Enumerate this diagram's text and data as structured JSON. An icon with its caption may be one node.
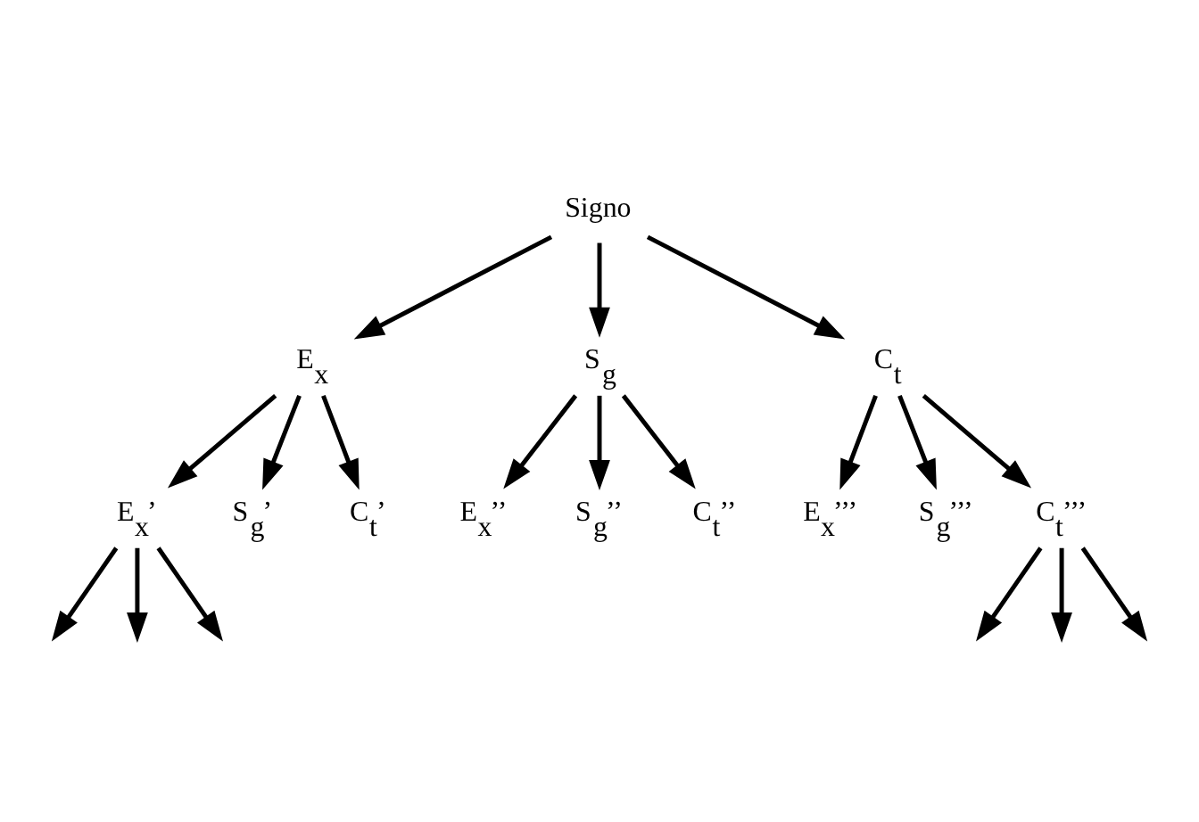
{
  "diagram": {
    "nodes": [
      {
        "text": [
          "Signo"
        ]
      },
      {
        "text": [
          "E$_{x}$"
        ]
      },
      {
        "text": [
          "S$_{g}$"
        ]
      },
      {
        "text": [
          "C$_{t}$"
        ]
      },
      {
        "text": [
          "E$_{x}$’"
        ]
      },
      {
        "text": [
          "S$_{g}$’"
        ]
      },
      {
        "text": [
          "C$_{t}$’"
        ]
      },
      {
        "text": [
          "E$_{x}$’’"
        ]
      },
      {
        "text": [
          "S$_{g}$’’"
        ]
      },
      {
        "text": [
          "C$_{t}$’’"
        ]
      },
      {
        "text": [
          "E$_{x}$’’’"
        ]
      },
      {
        "text": [
          "S$_{g}$’’’"
        ]
      },
      {
        "text": [
          "C$_{t}$’’’"
        ]
      }
    ],
    "edges": [
      {
        "from": 0,
        "to": 1,
        "arrow": "to"
      },
      {
        "from": 0,
        "to": 2,
        "arrow": "to"
      },
      {
        "from": 0,
        "to": 3,
        "arrow": "to"
      },
      {
        "from": 1,
        "to": 4,
        "arrow": "to"
      },
      {
        "from": 1,
        "to": 5,
        "arrow": "to"
      },
      {
        "from": 1,
        "to": 6,
        "arrow": "to"
      },
      {
        "from": 2,
        "to": 7,
        "arrow": "to"
      },
      {
        "from": 2,
        "to": 8,
        "arrow": "to"
      },
      {
        "from": 2,
        "to": 9,
        "arrow": "to"
      },
      {
        "from": 3,
        "to": 10,
        "arrow": "to"
      },
      {
        "from": 3,
        "to": 11,
        "arrow": "to"
      },
      {
        "from": 3,
        "to": 12,
        "arrow": "to"
      },
      {
        "from": 4,
        "to": null,
        "arrow": "to"
      },
      {
        "from": 4,
        "to": null,
        "arrow": "to"
      },
      {
        "from": 4,
        "to": null,
        "arrow": "to"
      },
      {
        "from": 12,
        "to": null,
        "arrow": "to"
      },
      {
        "from": 12,
        "to": null,
        "arrow": "to"
      },
      {
        "from": 12,
        "to": null,
        "arrow": "to"
      }
    ]
  }
}
